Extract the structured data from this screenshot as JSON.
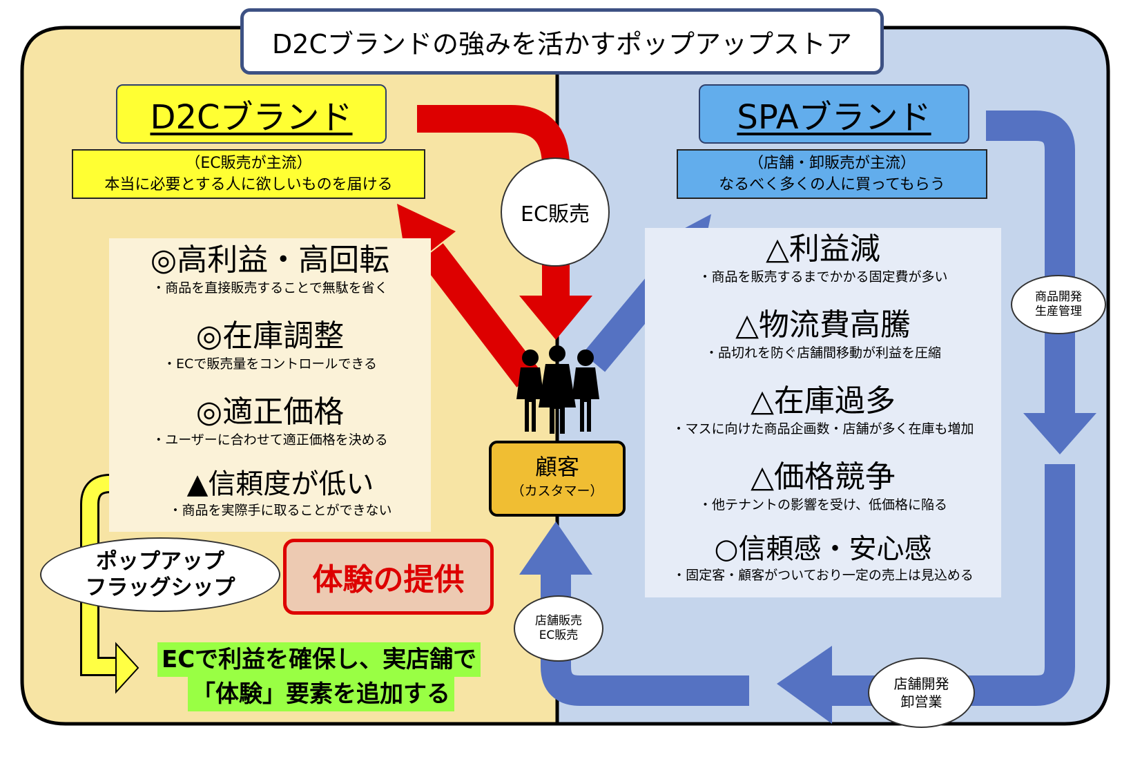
{
  "title": "D2Cブランドの強みを活かすポップアップストア",
  "left": {
    "brand": "D2Cブランド",
    "sub_line1": "（EC販売が主流）",
    "sub_line2": "本当に必要とする人に欲しいものを届ける",
    "items": [
      {
        "head": "◎高利益・高回転",
        "desc": "・商品を直接販売することで無駄を省く"
      },
      {
        "head": "◎在庫調整",
        "desc": "・ECで販売量をコントロールできる"
      },
      {
        "head": "◎適正価格",
        "desc": "・ユーザーに合わせて適正価格を決める"
      },
      {
        "head": "▲信頼度が低い",
        "desc": "・商品を実際手に取ることができない"
      }
    ],
    "popup_line1": "ポップアップ",
    "popup_line2": "フラッグシップ",
    "experience": "体験の提供",
    "conclusion_line1": "ECで利益を確保し、実店舗で",
    "conclusion_line2": "「体験」要素を追加する"
  },
  "right": {
    "brand": "SPAブランド",
    "sub_line1": "（店舗・卸販売が主流）",
    "sub_line2": "なるべく多くの人に買ってもらう",
    "items": [
      {
        "head": "△利益減",
        "desc": "・商品を販売するまでかかる固定費が多い"
      },
      {
        "head": "△物流費高騰",
        "desc": "・品切れを防ぐ店舗間移動が利益を圧縮"
      },
      {
        "head": "△在庫過多",
        "desc": "・マスに向けた商品企画数・店舗が多く在庫も増加"
      },
      {
        "head": "△価格競争",
        "desc": "・他テナントの影響を受け、低価格に陥る"
      },
      {
        "head": "○信頼感・安心感",
        "desc": "・固定客・顧客がついており一定の売上は見込める"
      }
    ]
  },
  "center": {
    "ec_sales": "EC販売",
    "customer": "顧客",
    "customer_sub": "（カスタマー）",
    "product_dev_line1": "商品開発",
    "product_dev_line2": "生産管理",
    "store_sales_line1": "店舗販売",
    "store_sales_line2": "EC販売",
    "store_dev_line1": "店舗開発",
    "store_dev_line2": "卸営業"
  },
  "colors": {
    "left_bg": "#f7e4a4",
    "right_bg": "#c5d5ec",
    "red_arrow": "#dd0000",
    "blue_arrow": "#5572c2",
    "d2c_label": "#ffff33",
    "spa_label": "#62adec",
    "customer_box": "#f0be33",
    "conclusion_bg": "#99ff44",
    "experience_bg": "#edcab2",
    "experience_text": "#dd0000"
  },
  "icons": [
    "people-icon",
    "arrow-icons"
  ]
}
